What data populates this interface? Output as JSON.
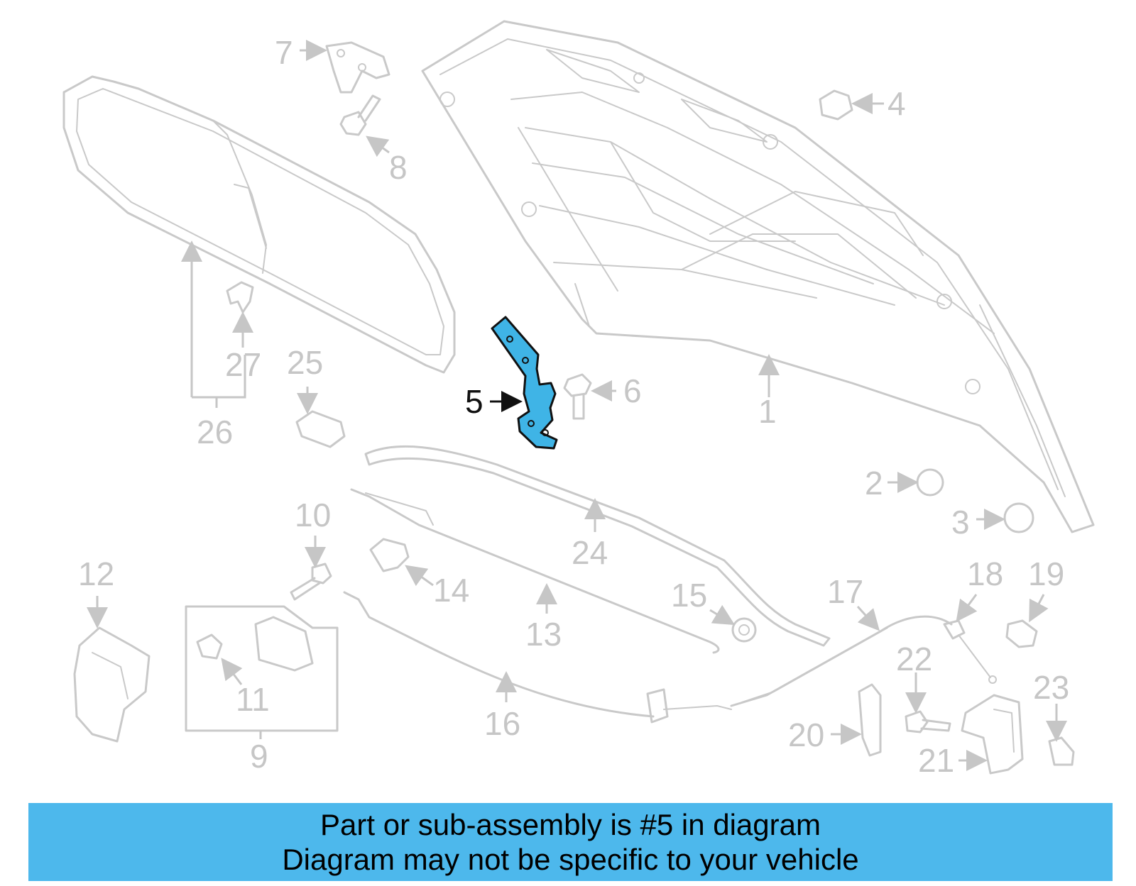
{
  "diagram": {
    "highlighted_part": "5",
    "callouts": [
      "1",
      "2",
      "3",
      "4",
      "5",
      "6",
      "7",
      "8",
      "9",
      "10",
      "11",
      "12",
      "13",
      "14",
      "15",
      "16",
      "17",
      "18",
      "19",
      "20",
      "21",
      "22",
      "23",
      "24",
      "25",
      "26",
      "27"
    ]
  },
  "banner": {
    "line1": "Part or sub-assembly is #5 in diagram",
    "line2": "Diagram may not be specific to your vehicle"
  },
  "colors": {
    "highlight": "#3fb4e6",
    "banner": "#4db8ec",
    "line": "#c9c9c9"
  }
}
